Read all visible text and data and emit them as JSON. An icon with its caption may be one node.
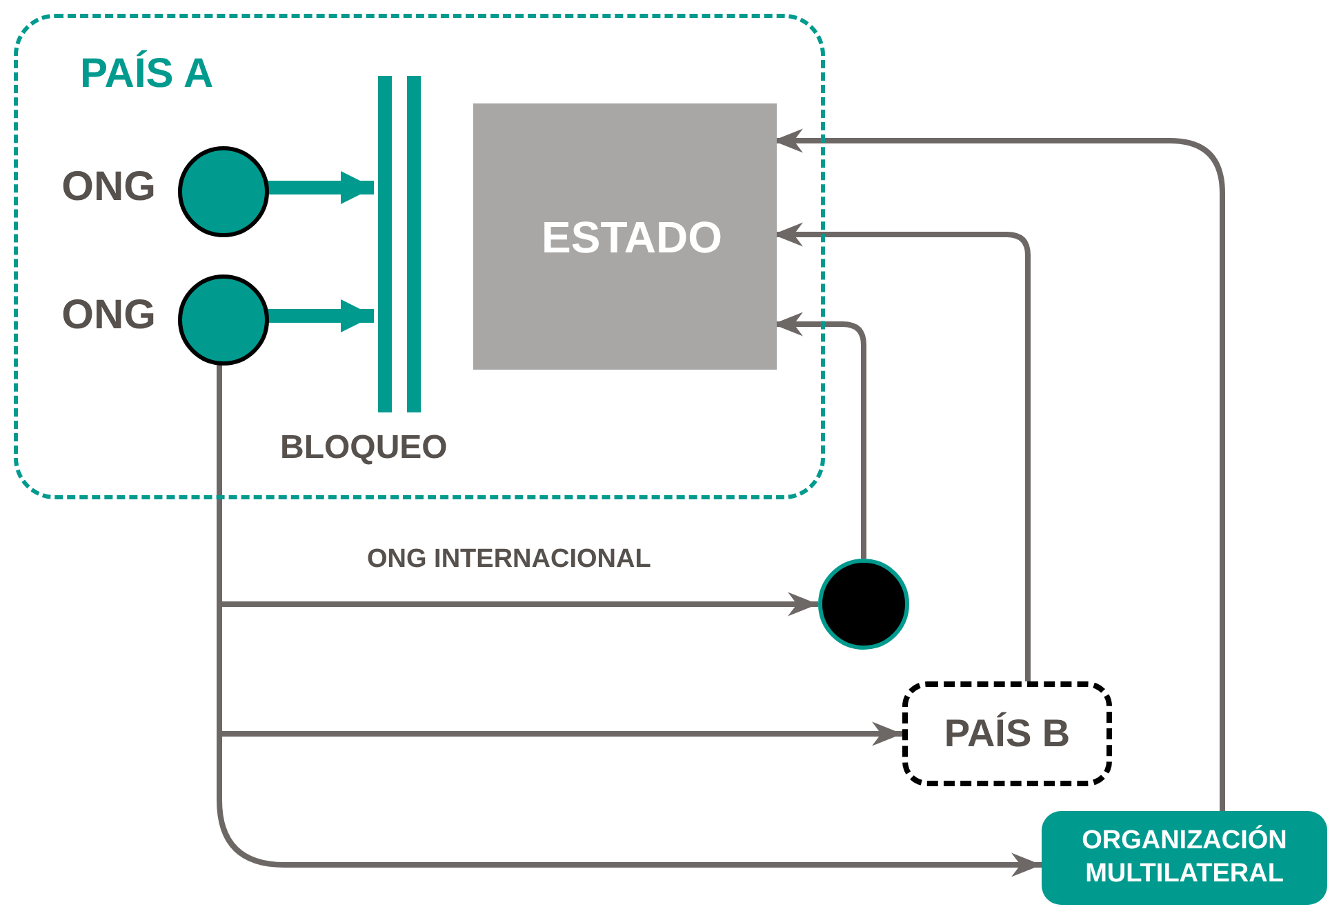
{
  "diagram": {
    "nodes": [
      {
        "text": [
          "PAÍS A"
        ]
      },
      {
        "text": [],
        "shape": "circle",
        "beside": [
          "ONG"
        ],
        "in": 0
      },
      {
        "text": [],
        "shape": "circle",
        "beside": [
          "ONG"
        ],
        "in": 0
      },
      {
        "text": [],
        "shape": "bar",
        "beside": [
          "BLOQUEO"
        ],
        "in": 0
      },
      {
        "text": [
          "ESTADO"
        ],
        "in": 0
      },
      {
        "text": [],
        "shape": "circle"
      },
      {
        "text": [
          "PAÍS B"
        ]
      },
      {
        "text": [
          "ORGANIZACIÓN MULTILATERAL"
        ]
      }
    ],
    "edges": [
      {
        "from": 1,
        "to": 3,
        "arrow": "to",
        "style": "thick",
        "color": "#009a8e"
      },
      {
        "from": 2,
        "to": 3,
        "arrow": "to",
        "style": "thick",
        "color": "#009a8e"
      },
      {
        "from": 2,
        "to": 5,
        "arrow": "to",
        "label": "ONG INTERNACIONAL"
      },
      {
        "from": 2,
        "to": 6,
        "arrow": "to"
      },
      {
        "from": 2,
        "to": 7,
        "arrow": "to"
      },
      {
        "from": 5,
        "to": 4,
        "arrow": "to"
      },
      {
        "from": 6,
        "to": 4,
        "arrow": "to"
      },
      {
        "from": 7,
        "to": 4,
        "arrow": "to"
      }
    ]
  }
}
